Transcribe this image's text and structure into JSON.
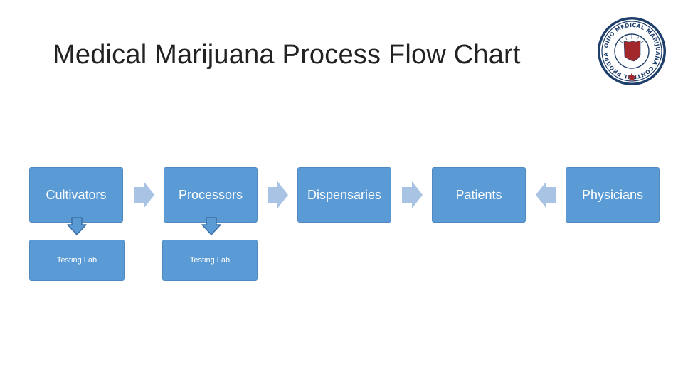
{
  "title": "Medical Marijuana Process Flow Chart",
  "logo": {
    "ring_text": "OHIO MEDICAL MARIJUANA CONTROL PROGRAM",
    "colors": {
      "ring": "#1f3f6b",
      "state": "#a3282b",
      "star": "#a3282b"
    }
  },
  "flow": {
    "nodes": [
      "Cultivators",
      "Processors",
      "Dispensaries",
      "Patients",
      "Physicians"
    ],
    "labs": [
      "Testing Lab",
      "Testing Lab"
    ],
    "arrows": [
      "right",
      "right",
      "right",
      "left"
    ]
  },
  "colors": {
    "box_fill": "#5b9bd5",
    "box_border": "#4f89c0",
    "arrow_fill": "#a9c3e4",
    "down_arrow_fill": "#5b9bd5",
    "down_arrow_stroke": "#3b6ea5"
  }
}
